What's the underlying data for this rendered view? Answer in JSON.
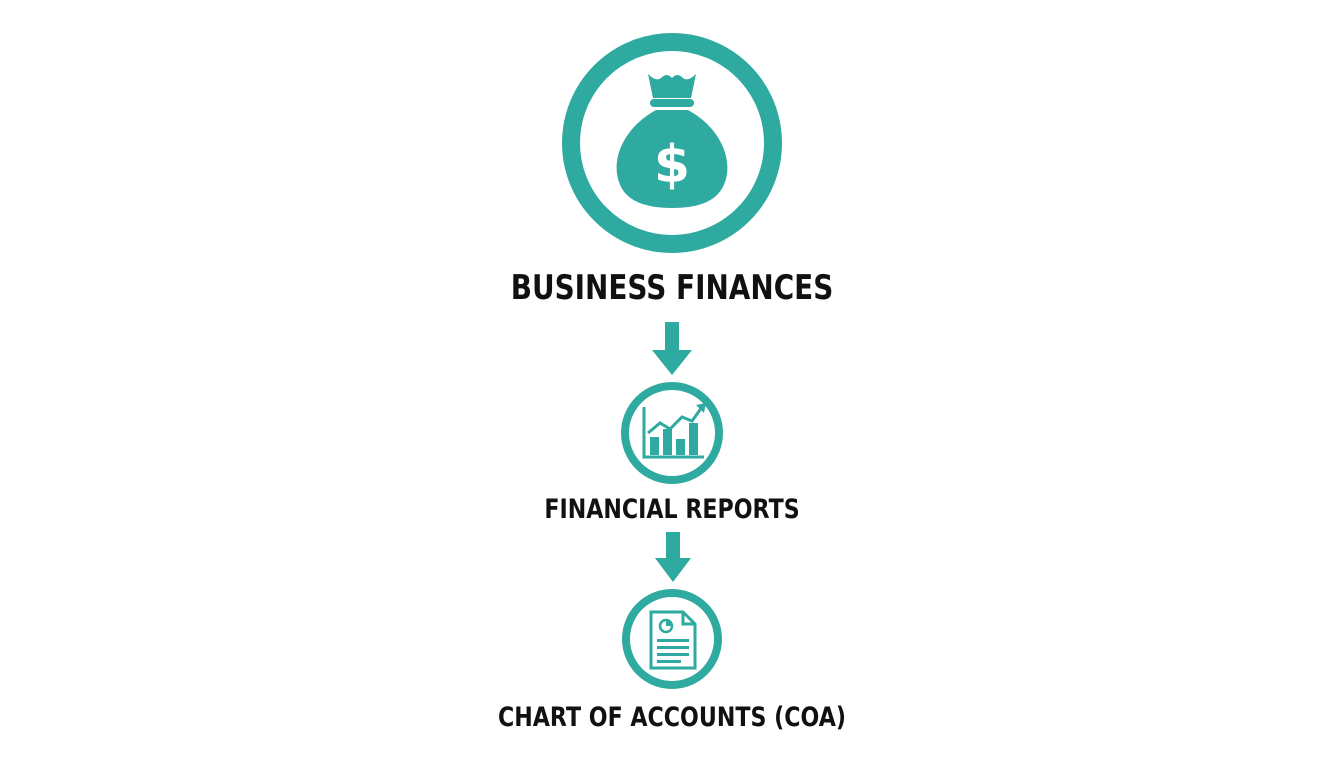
{
  "colors": {
    "accent": "#2eaaa0",
    "text": "#111111",
    "background": "#ffffff"
  },
  "nodes": [
    {
      "icon": "money-bag-dollar-icon",
      "label": "BUSINESS FINANCES"
    },
    {
      "icon": "bar-chart-growth-icon",
      "label": "FINANCIAL REPORTS"
    },
    {
      "icon": "document-report-icon",
      "label": "CHART OF ACCOUNTS (COA)"
    }
  ],
  "edges": [
    {
      "from": "BUSINESS FINANCES",
      "to": "FINANCIAL REPORTS"
    },
    {
      "from": "FINANCIAL REPORTS",
      "to": "CHART OF ACCOUNTS (COA)"
    }
  ]
}
